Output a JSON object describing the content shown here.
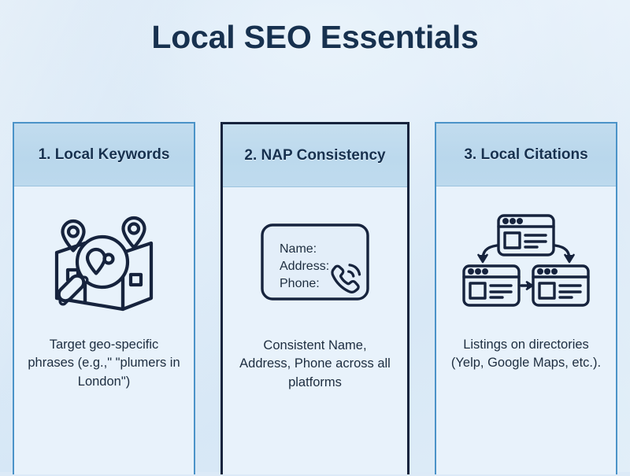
{
  "page": {
    "title": "Local SEO Essentials",
    "background_color": "#dceaf7",
    "title_color": "#17314f"
  },
  "cards": [
    {
      "header": "1. Local Keywords",
      "icon_name": "map-with-pins-and-magnifier-icon",
      "body": "Target geo-specific phrases (e.g.,\" \"plumers in London\")",
      "highlighted": false,
      "border_color": "#4b93c8"
    },
    {
      "header": "2. NAP Consistency",
      "icon_name": "nap-card-with-phone-icon",
      "body": "Consistent Name, Address, Phone across all platforms",
      "highlighted": true,
      "border_color": "#16233d",
      "nap_fields": [
        "Name:",
        "Address:",
        "Phone:"
      ]
    },
    {
      "header": "3. Local Citations",
      "icon_name": "three-browser-windows-with-arrows-icon",
      "body": "Listings on directories (Yelp, Google Maps, etc.).",
      "highlighted": false,
      "border_color": "#4b93c8"
    }
  ]
}
